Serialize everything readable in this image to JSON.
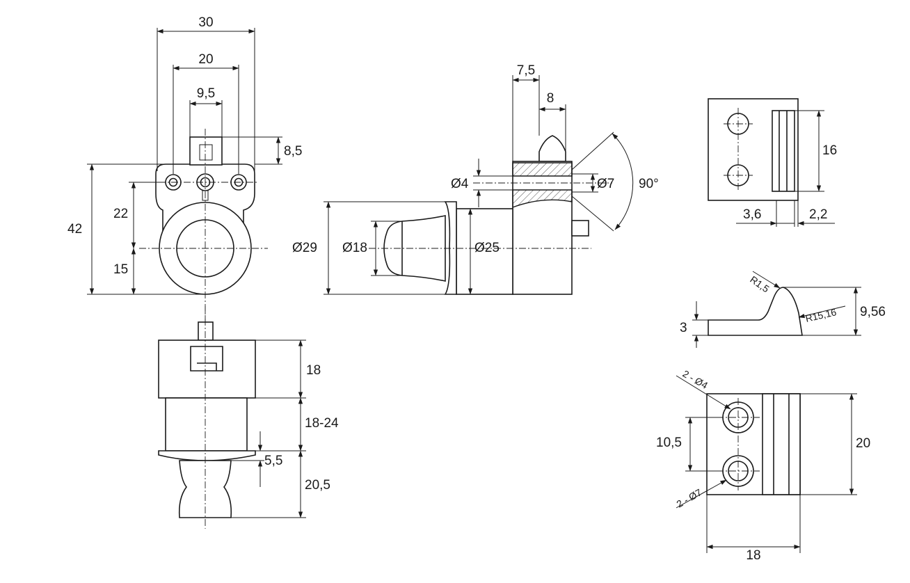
{
  "front_view": {
    "dim_width_30": "30",
    "dim_width_20": "20",
    "dim_width_9_5": "9,5",
    "dim_height_8_5": "8,5",
    "dim_height_42": "42",
    "dim_height_22": "22",
    "dim_height_15": "15"
  },
  "side_view": {
    "dim_7_5": "7,5",
    "dim_8": "8",
    "dim_d4": "Ø4",
    "dim_d7": "Ø7",
    "dim_angle": "90°",
    "dim_d29": "Ø29",
    "dim_d18": "Ø18",
    "dim_d25": "Ø25"
  },
  "bottom_view": {
    "dim_18": "18",
    "dim_18_24": "18-24",
    "dim_5_5": "5,5",
    "dim_20_5": "20,5"
  },
  "striker_top": {
    "dim_16": "16",
    "dim_3_6": "3,6",
    "dim_2_2": "2,2"
  },
  "striker_profile": {
    "dim_r1_5": "R1,5",
    "dim_r15_16": "R15,16",
    "dim_3": "3",
    "dim_9_56": "9,56"
  },
  "striker_front": {
    "dim_holes_d4": "2 - Ø4",
    "dim_holes_d7": "2 - Ø7",
    "dim_10_5": "10,5",
    "dim_20": "20",
    "dim_18": "18"
  }
}
